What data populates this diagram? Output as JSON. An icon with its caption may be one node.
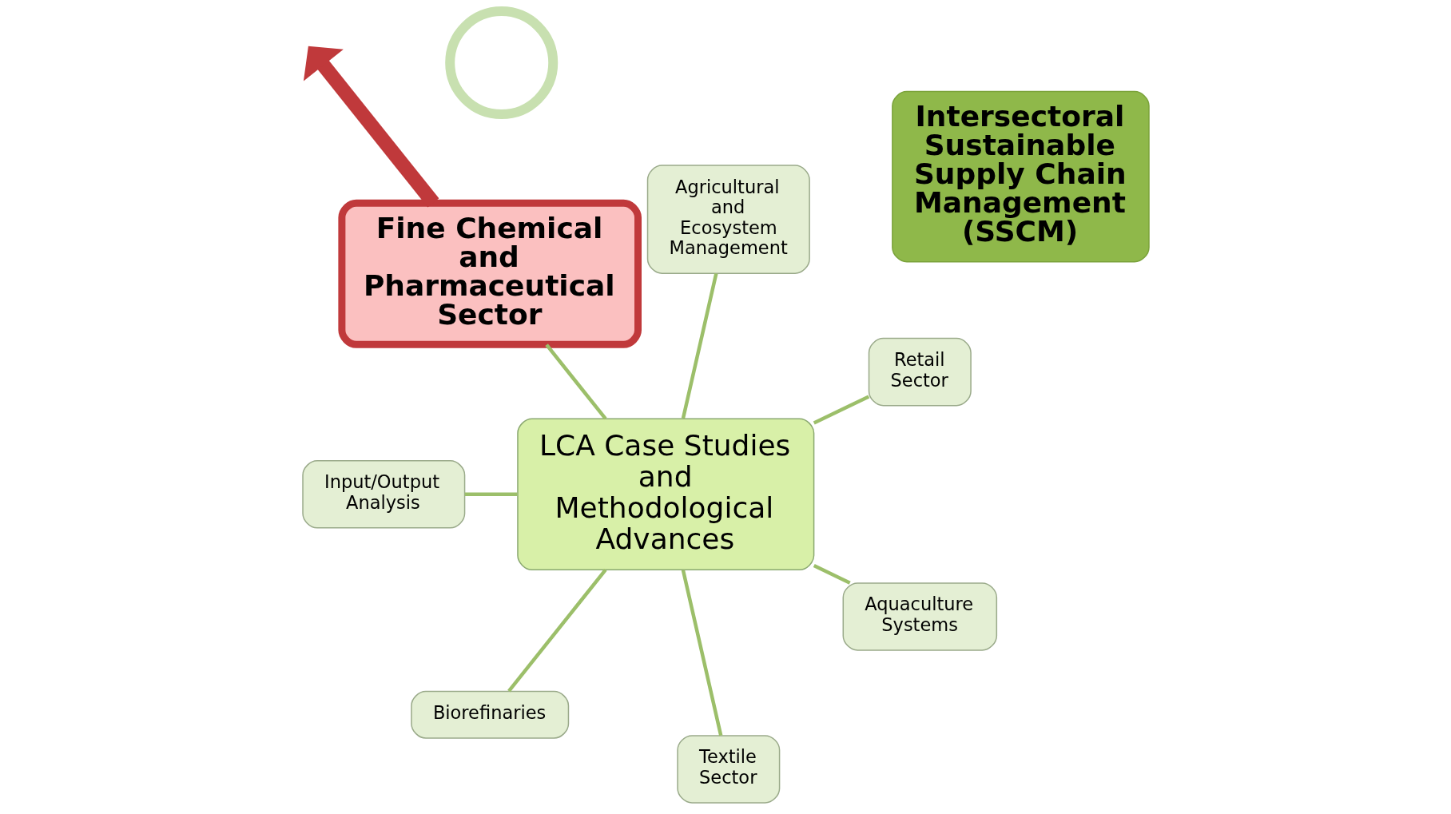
{
  "diagram": {
    "nodes": [
      {
        "text": [],
        "shape": "circle"
      },
      {
        "text": [
          "Retail Sector"
        ]
      },
      {
        "text": [
          "Agricultural and Ecosystem Management"
        ]
      },
      {
        "text": [
          "LCA Case Studies and Methodological Advances"
        ]
      },
      {
        "text": [
          "Fine Chemical and Pharmaceutical Sector"
        ]
      },
      {
        "text": [
          "Input/Output Analysis"
        ]
      },
      {
        "text": [
          "Biorefinaries"
        ]
      },
      {
        "text": [
          "Intersectoral Sustainable Supply Chain Management (SSCM)"
        ]
      },
      {
        "text": [
          "Textile Sector"
        ]
      },
      {
        "text": [
          "Aquaculture Systems"
        ]
      }
    ],
    "edges": [
      {
        "from": 3,
        "to": 1,
        "arrow": "none"
      },
      {
        "from": 3,
        "to": 2,
        "arrow": "none"
      },
      {
        "from": 3,
        "to": 4,
        "arrow": "none"
      },
      {
        "from": 3,
        "to": 5,
        "arrow": "none"
      },
      {
        "from": 3,
        "to": 6,
        "arrow": "none"
      },
      {
        "from": 3,
        "to": 8,
        "arrow": "none"
      },
      {
        "from": 3,
        "to": 9,
        "arrow": "none"
      },
      {
        "from": 4,
        "to": null,
        "arrow": "to",
        "style": "thick",
        "color": "#c0393b"
      }
    ]
  }
}
